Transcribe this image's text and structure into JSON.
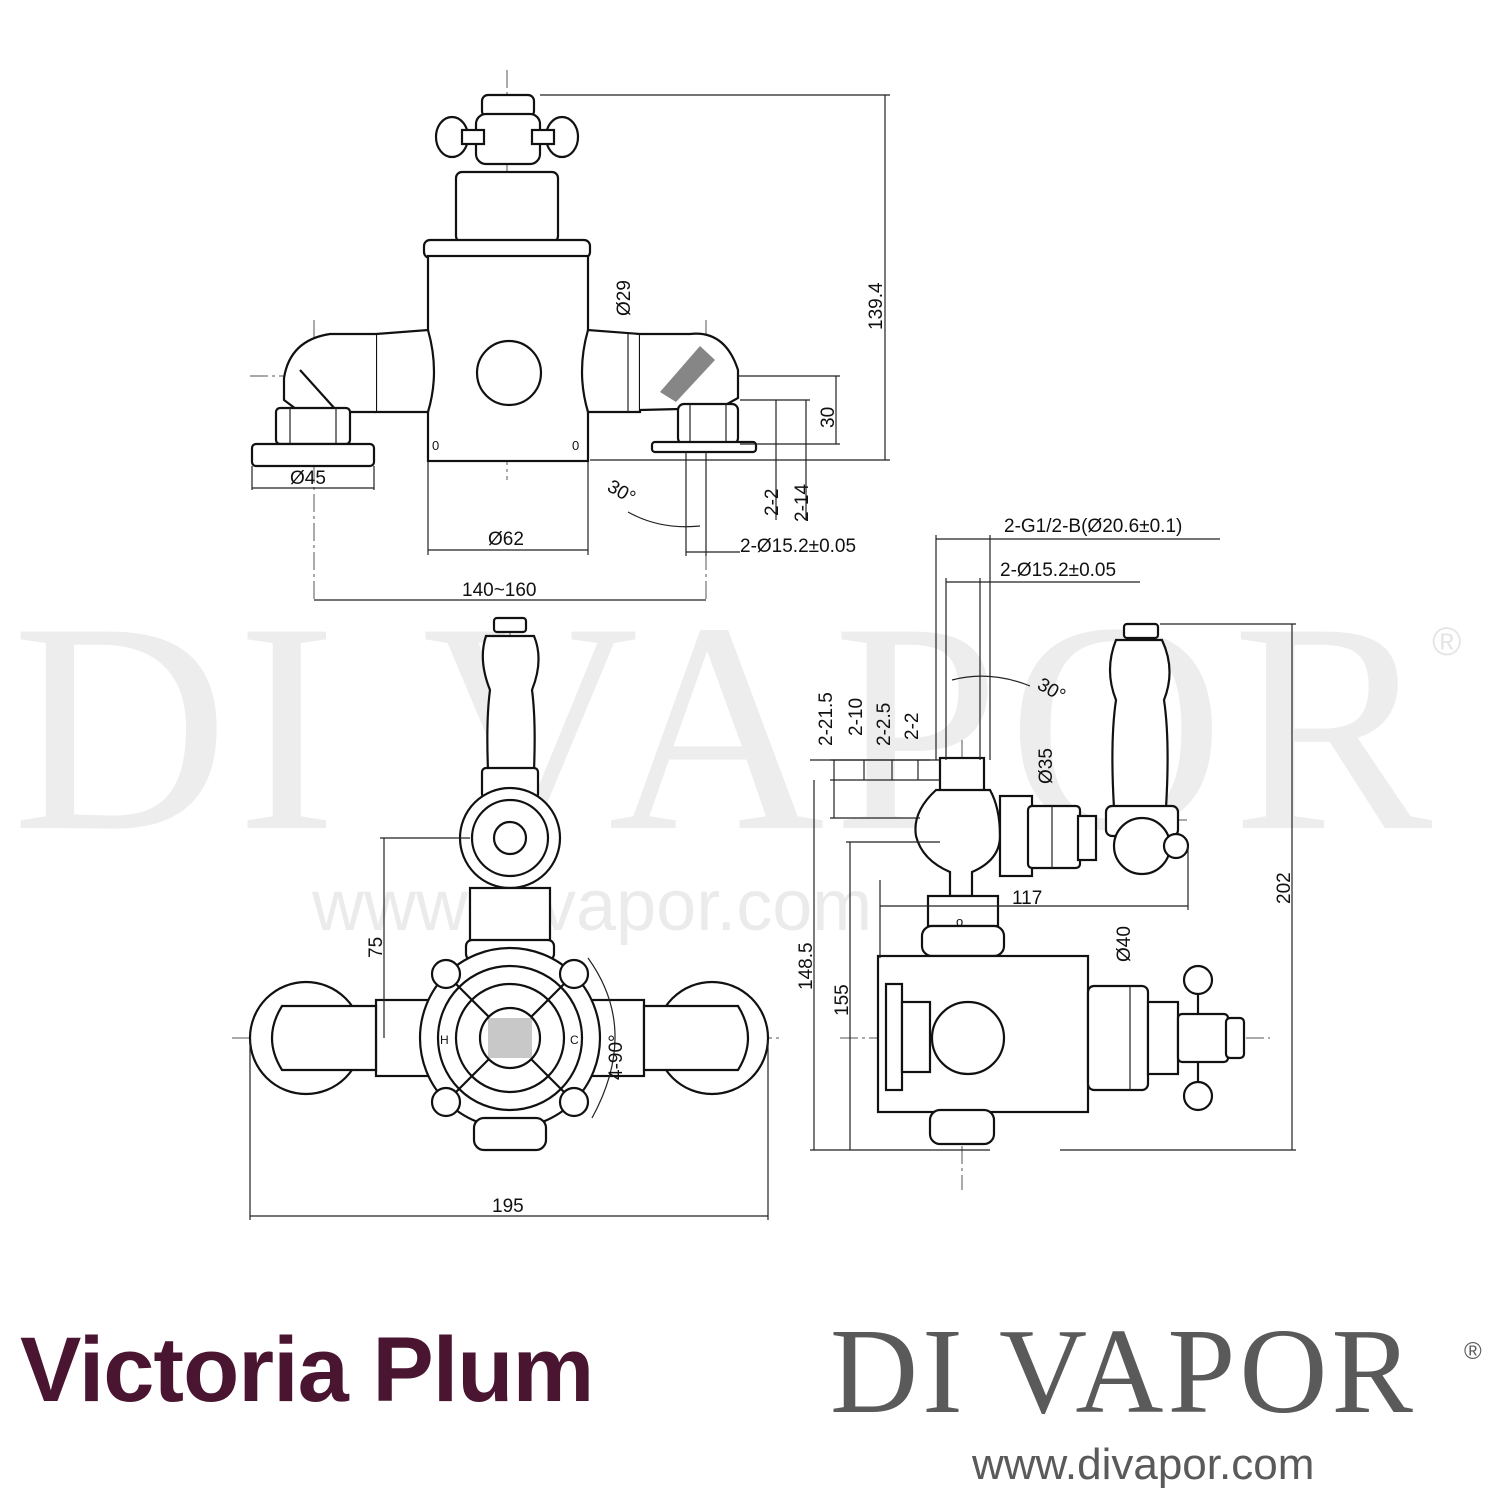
{
  "watermark": {
    "brand": "DI VAPOR",
    "registered": "®",
    "url": "www.divapor.com"
  },
  "dimensions": {
    "top_view": {
      "overall_height": "139.4",
      "inlet_dia": "Ø29",
      "outlet_height": "30",
      "thread_2_2": "2-2",
      "thread_2_14": "2-14",
      "angle": "30°",
      "wall_plate_dia": "Ø45",
      "body_dia": "Ø62",
      "pipe_tolerance": "2-Ø15.2±0.05",
      "centres": "140~160"
    },
    "front_view": {
      "height_75": "75",
      "rotation": "4-90°",
      "width": "195",
      "hot_mark": "H",
      "cold_mark": "C"
    },
    "side_view": {
      "thread_spec": "2-G1/2-B(Ø20.6±0.1)",
      "pipe_tolerance": "2-Ø15.2±0.05",
      "angle": "30°",
      "d_21_5": "2-21.5",
      "d_10": "2-10",
      "d_2_5": "2-2.5",
      "d_2": "2-2",
      "dia_35": "Ø35",
      "depth_117": "117",
      "dia_40": "Ø40",
      "height_148_5": "148.5",
      "height_155": "155",
      "height_202": "202"
    }
  },
  "branding": {
    "manufacturer": "Victoria Plum",
    "retailer": "DI VAPOR",
    "registered": "®",
    "url": "www.divapor.com"
  }
}
